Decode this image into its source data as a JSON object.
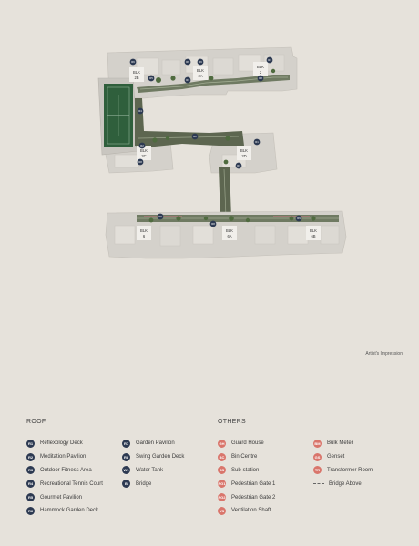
{
  "map": {
    "blocks": [
      {
        "id": "b2b",
        "label_line1": "BLK",
        "label_line2": "2B"
      },
      {
        "id": "b2a",
        "label_line1": "BLK",
        "label_line2": "2A"
      },
      {
        "id": "b2",
        "label_line1": "BLK",
        "label_line2": "2"
      },
      {
        "id": "b2c",
        "label_line1": "BLK",
        "label_line2": "2C"
      },
      {
        "id": "b2d",
        "label_line1": "BLK",
        "label_line2": "2D"
      },
      {
        "id": "b6",
        "label_line1": "BLK",
        "label_line2": "6"
      },
      {
        "id": "b6a",
        "label_line1": "BLK",
        "label_line2": "6A"
      },
      {
        "id": "b6b",
        "label_line1": "BLK",
        "label_line2": "6B"
      }
    ],
    "markers": [
      {
        "id": "m1",
        "code": "R6"
      },
      {
        "id": "m2",
        "code": "R5"
      },
      {
        "id": "m3",
        "code": "R6"
      },
      {
        "id": "m4",
        "code": "R6"
      },
      {
        "id": "m5",
        "code": "R4"
      },
      {
        "id": "m6",
        "code": "R3"
      },
      {
        "id": "m7",
        "code": "R7"
      },
      {
        "id": "m8",
        "code": "R8"
      },
      {
        "id": "m9",
        "code": "R2"
      },
      {
        "id": "m10",
        "code": "R2"
      },
      {
        "id": "m11",
        "code": "R1"
      },
      {
        "id": "m12",
        "code": "R8"
      },
      {
        "id": "m13",
        "code": "R3"
      },
      {
        "id": "m14",
        "code": "R9"
      },
      {
        "id": "m15",
        "code": "R8"
      },
      {
        "id": "m16",
        "code": "R9"
      }
    ]
  },
  "caption": "Artist's Impression",
  "legend": {
    "roof": {
      "heading": "ROOF",
      "col1": [
        {
          "code": "R1",
          "label": "Reflexology Deck"
        },
        {
          "code": "R2",
          "label": "Meditation Pavilion"
        },
        {
          "code": "R3",
          "label": "Outdoor Fitness Area"
        },
        {
          "code": "R4",
          "label": "Recreational Tennis Court"
        },
        {
          "code": "R5",
          "label": "Gourmet Pavilion"
        },
        {
          "code": "R6",
          "label": "Hammock Garden Deck"
        }
      ],
      "col2": [
        {
          "code": "R7",
          "label": "Garden Pavilion"
        },
        {
          "code": "R8",
          "label": "Swing Garden Deck"
        },
        {
          "code": "W1",
          "label": "Water Tank"
        },
        {
          "code": "B",
          "label": "Bridge"
        }
      ]
    },
    "others": {
      "heading": "OTHERS",
      "col1": [
        {
          "code": "GH",
          "label": "Guard House"
        },
        {
          "code": "BC",
          "label": "Bin Centre"
        },
        {
          "code": "SS",
          "label": "Sub-station"
        },
        {
          "code": "PG1",
          "label": "Pedestrian Gate 1"
        },
        {
          "code": "PG2",
          "label": "Pedestrian Gate 2"
        },
        {
          "code": "VS",
          "label": "Ventilation Shaft"
        }
      ],
      "col2": [
        {
          "code": "BM",
          "label": "Bulk Meter"
        },
        {
          "code": "GS",
          "label": "Genset"
        },
        {
          "code": "TR",
          "label": "Transformer Room"
        },
        {
          "code": "",
          "label": "Bridge Above"
        }
      ]
    }
  },
  "colors": {
    "background": "#e6e2db",
    "building": "#d4d1cb",
    "roof_garden": "#8c9a82",
    "deck": "#5d6650",
    "tennis_court": "#2f5f3c",
    "marker_navy": "#2d3a52",
    "marker_coral": "#d9756b"
  }
}
